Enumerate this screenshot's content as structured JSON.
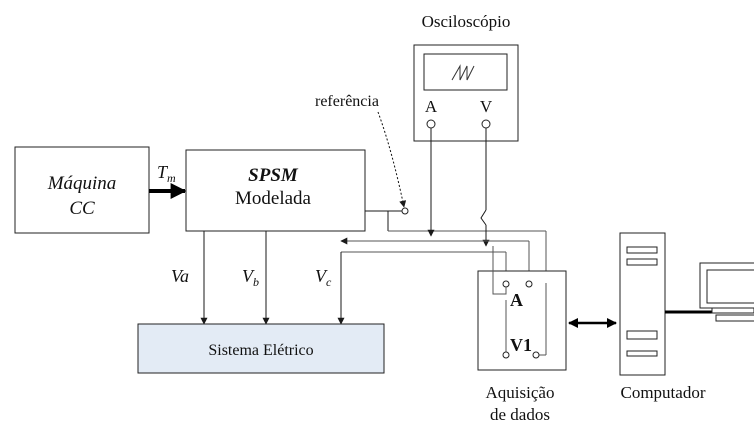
{
  "oscilloscope": {
    "title": "Osciloscópio",
    "channel_a": "A",
    "channel_v": "V"
  },
  "reference_label": "referência",
  "dc_machine": {
    "line1": "Máquina",
    "line2": "CC"
  },
  "torque": {
    "symbol": "T",
    "subscript": "m"
  },
  "spsm": {
    "title": "SPSM",
    "subtitle": "Modelada"
  },
  "voltages": {
    "va": {
      "symbol": "Va"
    },
    "vb": {
      "symbol": "V",
      "subscript": "b"
    },
    "vc": {
      "symbol": "V",
      "subscript": "c"
    }
  },
  "electric_system": {
    "label": "Sistema Elétrico",
    "fill_color": "#e3ebf5"
  },
  "daq": {
    "port_a": "A",
    "port_v1": "V1",
    "caption_line1": "Aquisição",
    "caption_line2": "de dados"
  },
  "computer": {
    "caption": "Computador"
  },
  "colors": {
    "line": "#1a1a1a",
    "thin_line": "#555555",
    "box_border": "#222222"
  }
}
